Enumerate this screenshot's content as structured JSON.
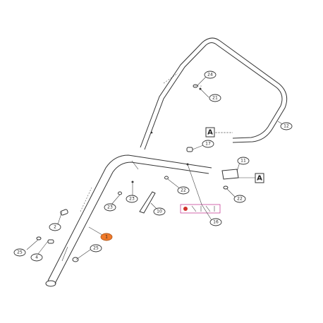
{
  "parts": {
    "p24": "24",
    "p21": "21",
    "p12": "12",
    "p17": "17",
    "p11": "11",
    "p22a": "22",
    "p22b": "22",
    "p23a": "23",
    "p23b": "23",
    "p10": "10",
    "p16": "16",
    "p2": "2",
    "p4": "4",
    "p25a": "25",
    "p25b": "25",
    "p1": "1"
  },
  "reference_marks": {
    "a_upper": "A",
    "a_lower": "A"
  },
  "colors": {
    "highlight_fill": "#f07a2a",
    "highlight_stroke": "#b55b1e",
    "cable_clip_accent": "#c0288a",
    "line": "#333333"
  }
}
